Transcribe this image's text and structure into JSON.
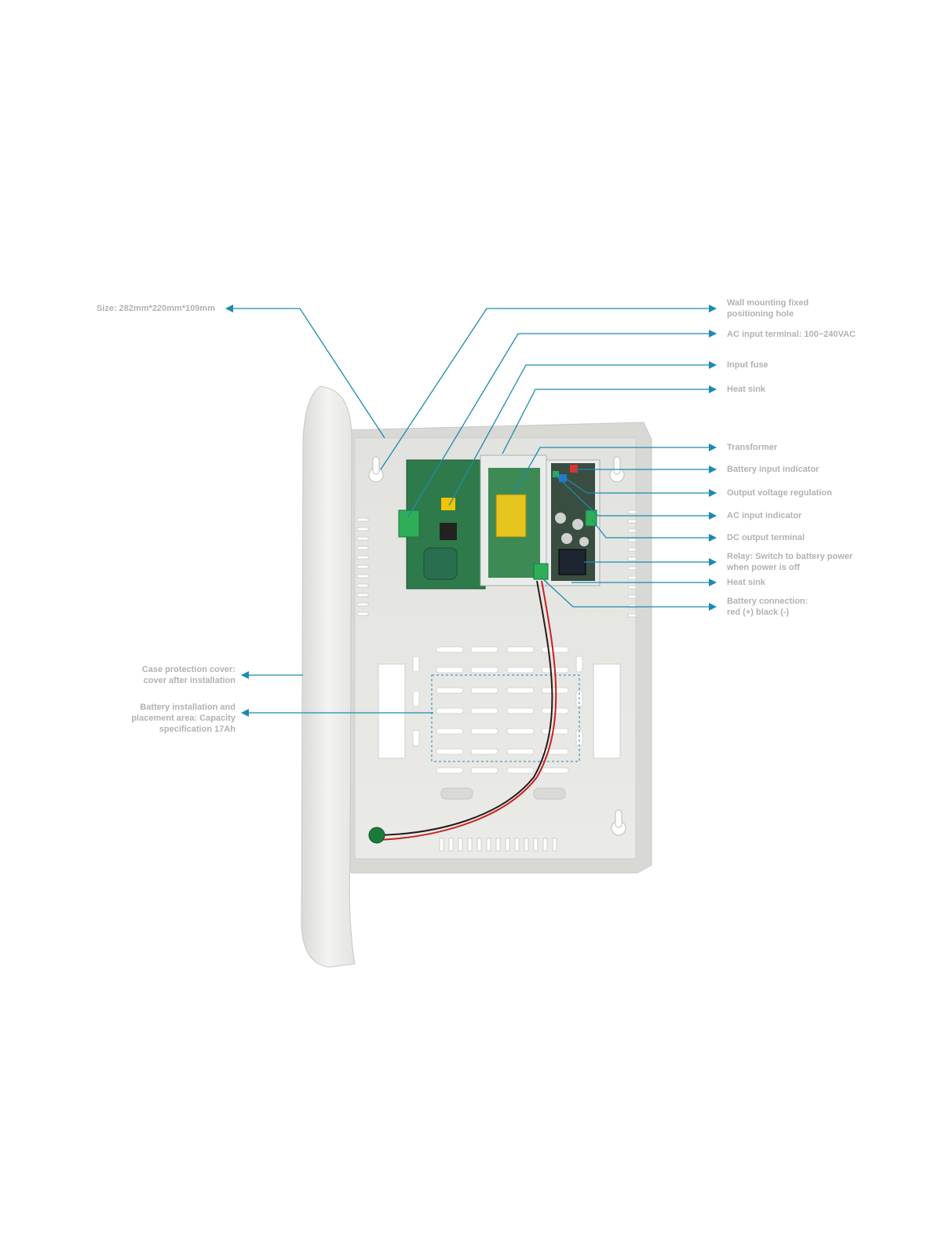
{
  "colors": {
    "leader": "#1a8bb0",
    "label": "#b2b2b2",
    "case": "#e6e6e3",
    "pcb": "#2f7a4a",
    "terminal": "#2eae57"
  },
  "labels": {
    "size": "Size: 282mm*220mm*109mm",
    "wall_mount": "Wall mounting fixed\npositioning hole",
    "ac_terminal": "AC input terminal: 100~240VAC",
    "input_fuse": "Input fuse",
    "heat_sink_top": "Heat sink",
    "transformer": "Transformer",
    "battery_indicator": "Battery input indicator",
    "output_voltage": "Output voltage regulation",
    "ac_indicator": "AC input indicator",
    "dc_output": "DC output terminal",
    "relay": "Relay: Switch to battery power\nwhen power is off",
    "heat_sink_bottom": "Heat sink",
    "battery_connection": "Battery connection:\nred (+) black (-)",
    "cover": "Case protection cover:\ncover after installation",
    "battery_area": "Battery installation and\nplacement area: Capacity\nspecification 17Ah"
  }
}
